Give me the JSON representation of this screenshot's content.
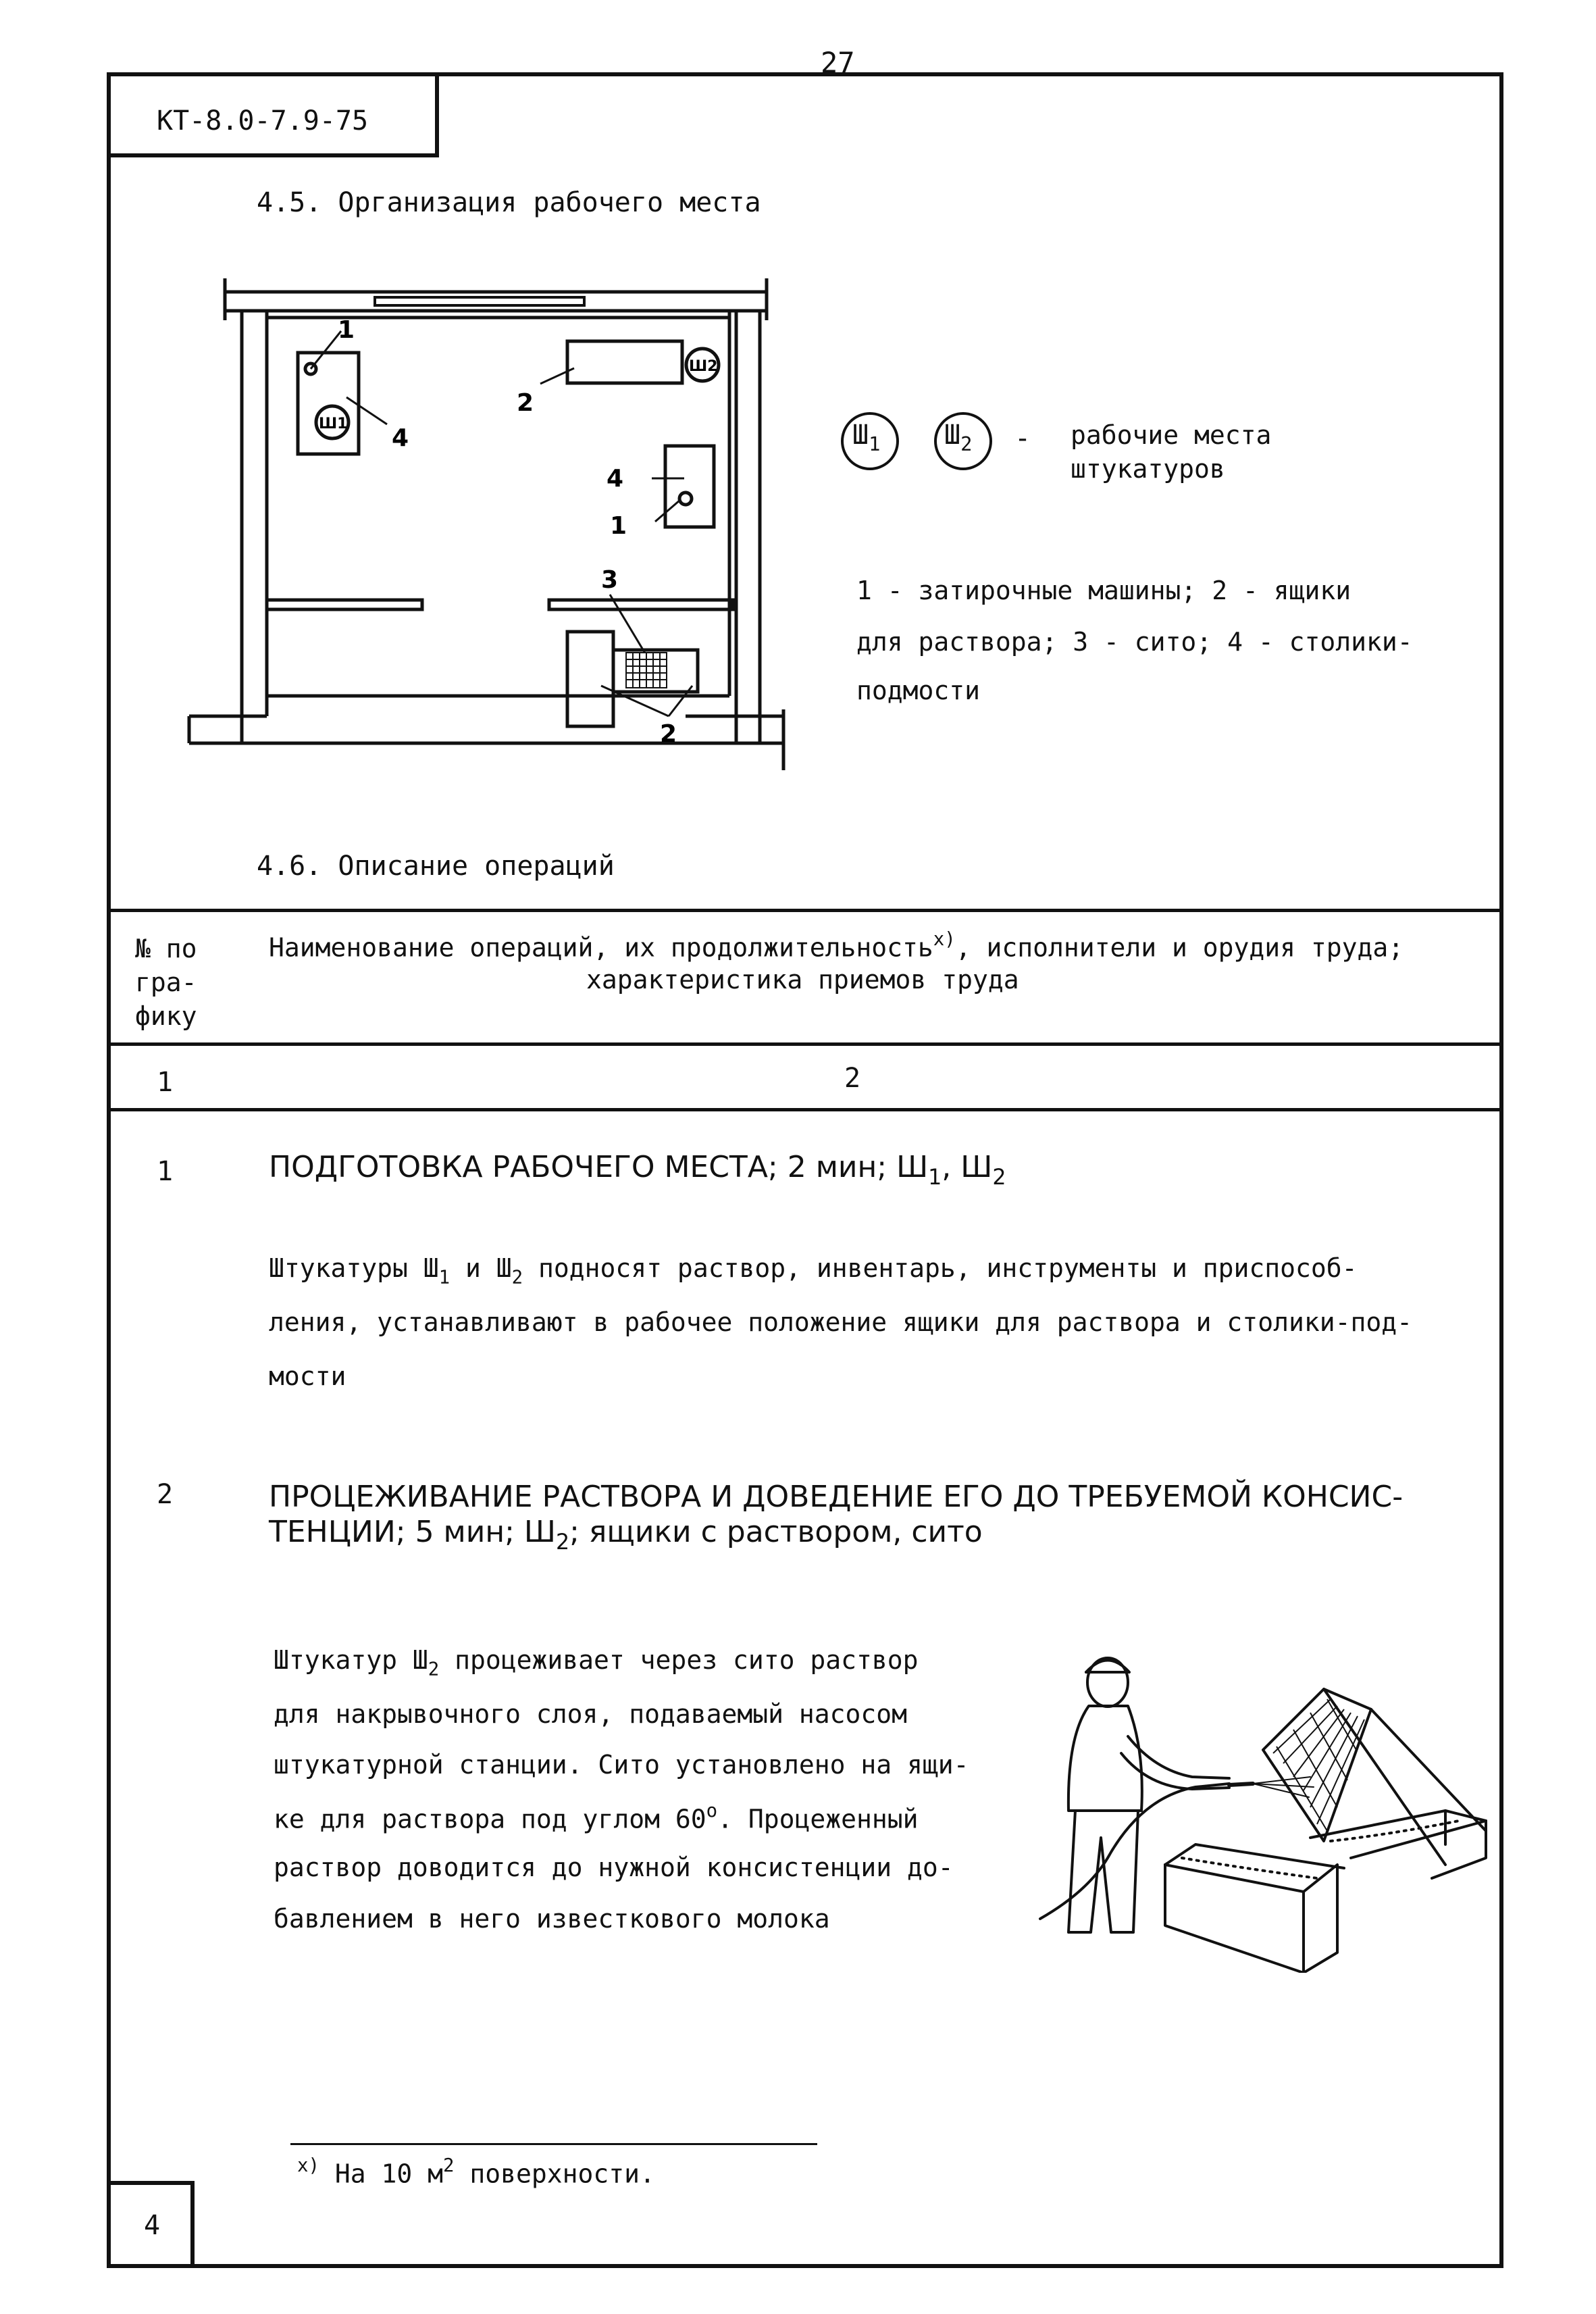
{
  "page": {
    "number": "27",
    "doc_code": "КТ-8.0-7.9-75",
    "sheet_number": "4"
  },
  "section_45": {
    "title": "4.5. Организация рабочего места",
    "plan_labels": [
      "1",
      "2",
      "3",
      "4"
    ],
    "worker_labels": [
      "Ш1",
      "Ш2"
    ],
    "legend_workers_symbol_1": "Ш",
    "legend_workers_symbol_1_sub": "1",
    "legend_workers_symbol_2": "Ш",
    "legend_workers_symbol_2_sub": "2",
    "legend_workers_dash": "-",
    "legend_workers_line1": "рабочие места",
    "legend_workers_line2": "штукатуров",
    "legend_items_line1": "1 - затирочные машины; 2 - ящики",
    "legend_items_line2": "для раствора; 3 - сито; 4 - столики-",
    "legend_items_line3": "подмости"
  },
  "section_46": {
    "title": "4.6. Описание операций"
  },
  "table": {
    "col1_header_line1": "№ по",
    "col1_header_line2": "гра-",
    "col1_header_line3": "фику",
    "col2_header_line1": "Наименование операций, их продолжительность",
    "col2_header_sup": "x)",
    "col2_header_line1_end": ", исполнители и орудия труда;",
    "col2_header_line2": "характеристика приемов труда",
    "col_numbers": [
      "1",
      "2"
    ]
  },
  "operations": [
    {
      "number": "1",
      "title": "ПОДГОТОВКА РАБОЧЕГО МЕСТА; 2 мин; Ш",
      "title_sub1": "1",
      "title_mid": ", Ш",
      "title_sub2": "2",
      "text_line1_a": "Штукатуры Ш",
      "text_line1_sub1": "1",
      "text_line1_b": " и Ш",
      "text_line1_sub2": "2",
      "text_line1_c": " подносят раствор, инвентарь, инструменты и приспособ-",
      "text_line2": "ления, устанавливают в рабочее положение ящики для раствора и столики-под-",
      "text_line3": "мости"
    },
    {
      "number": "2",
      "title_line1": "ПРОЦЕЖИВАНИЕ РАСТВОРА И ДОВЕДЕНИЕ ЕГО ДО ТРЕБУЕМОЙ КОНСИС-",
      "title_line2_a": "ТЕНЦИИ; 5 мин; Ш",
      "title_line2_sub": "2",
      "title_line2_b": "; ящики с раствором, сито",
      "text_line1_a": "Штукатур Ш",
      "text_line1_sub": "2",
      "text_line1_b": " процеживает через сито раствор",
      "text_line2": "для накрывочного слоя, подаваемый насосом",
      "text_line3": "штукатурной станции. Сито установлено на ящи-",
      "text_line4_a": "ке для раствора под углом 60",
      "text_line4_sup": "o",
      "text_line4_b": ". Процеженный",
      "text_line5": "раствор доводится до нужной консистенции до-",
      "text_line6": "бавлением в него известкового молока"
    }
  ],
  "footnote": {
    "mark": "x)",
    "text_a": "На 10 м",
    "text_sup": "2",
    "text_b": " поверхности."
  }
}
